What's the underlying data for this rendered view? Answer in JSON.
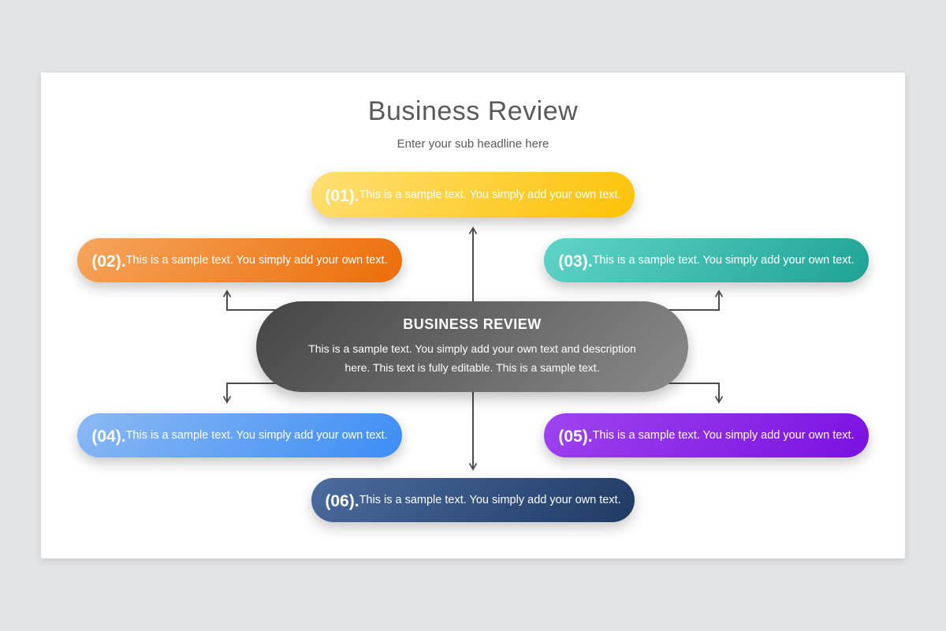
{
  "slide": {
    "title": "Business Review",
    "subtitle": "Enter your sub headline here"
  },
  "center": {
    "title": "BUSINESS REVIEW",
    "description_line1": "This is a sample text. You simply add your own text and description",
    "description_line2": "here. This text is fully editable. This is a sample text.",
    "gradient_start": "#454545",
    "gradient_end": "#8a8a8a"
  },
  "items": [
    {
      "number": "(01).",
      "text": "This is a sample text. You simply add your own text.",
      "gradient_start": "#ffdf75",
      "gradient_end": "#fcc203"
    },
    {
      "number": "(02).",
      "text": "This is a sample text. You simply add your own text.",
      "gradient_start": "#f5a55d",
      "gradient_end": "#ec6d08"
    },
    {
      "number": "(03).",
      "text": "This is a sample text. You simply add your own text.",
      "gradient_start": "#60d5c8",
      "gradient_end": "#1ea294"
    },
    {
      "number": "(04).",
      "text": "This is a sample text. You simply add your own text.",
      "gradient_start": "#8cb9f3",
      "gradient_end": "#3c8df5"
    },
    {
      "number": "(05).",
      "text": "This is a sample text. You simply add your own text.",
      "gradient_start": "#9d45ef",
      "gradient_end": "#7b10e0"
    },
    {
      "number": "(06).",
      "text": "This is a sample text. You simply add your own text.",
      "gradient_start": "#4c6c9e",
      "gradient_end": "#1f3a64"
    }
  ],
  "connector_color": "#4d4d4d"
}
